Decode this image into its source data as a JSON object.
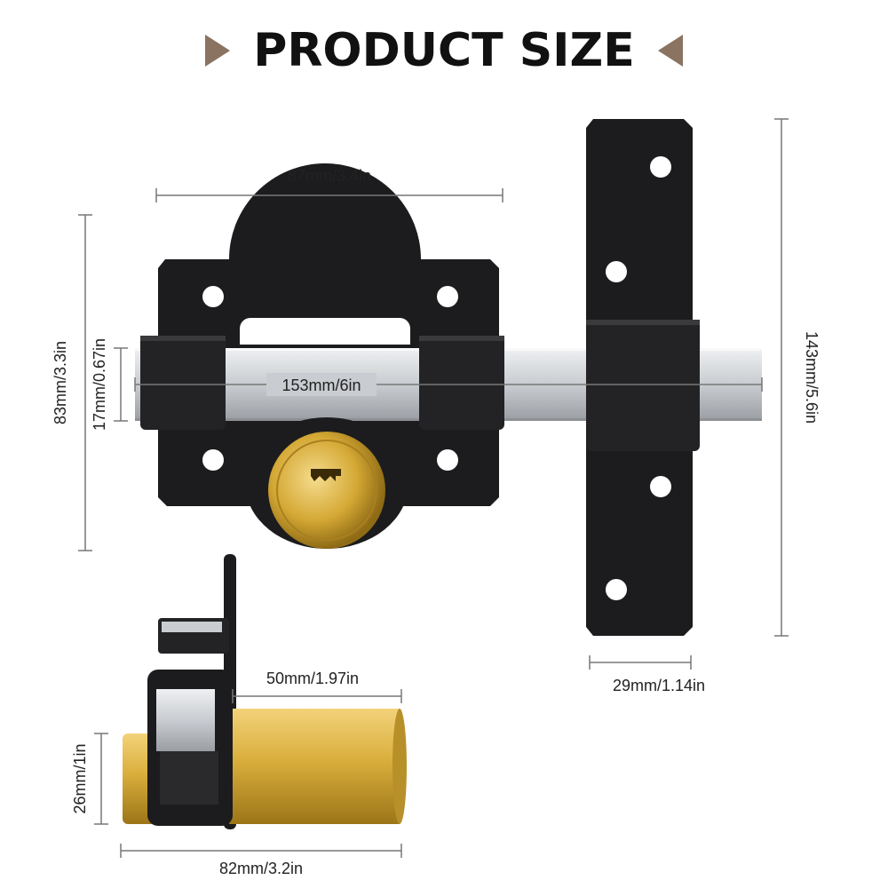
{
  "header": {
    "title": "PRODUCT SIZE",
    "left_marker_icon": "triangle-right-icon",
    "right_marker_icon": "triangle-left-icon",
    "marker_color": "#8a7360"
  },
  "dimensions": {
    "top_width": "87mm/3.4in",
    "total_height": "83mm/3.3in",
    "bolt_height": "17mm/0.67in",
    "bolt_length": "153mm/6in",
    "keeper_height": "143mm/5.6in",
    "keeper_width": "29mm/1.14in",
    "cylinder_length": "50mm/1.97in",
    "cylinder_height": "26mm/1in",
    "side_width": "82mm/3.2in"
  },
  "colors": {
    "body": "#1c1c1e",
    "bolt": "#c9ccd0",
    "brass": "#d2a52e",
    "dimension_line": "#777777"
  }
}
